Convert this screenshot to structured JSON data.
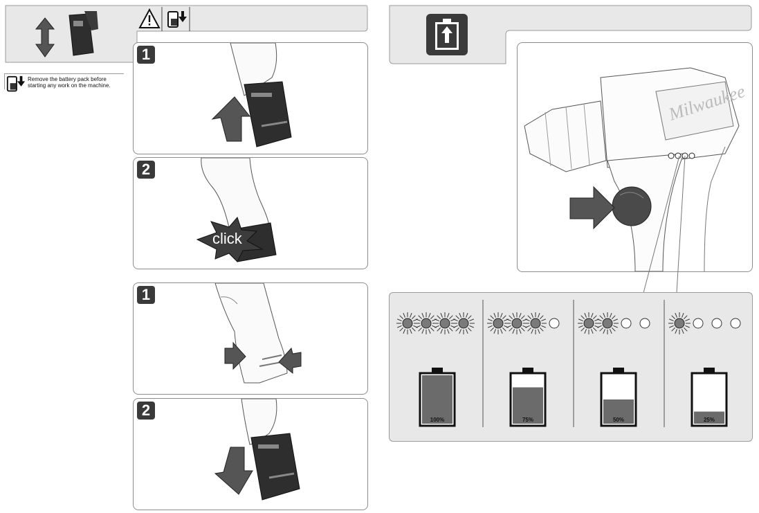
{
  "warning_note": {
    "line1": "Remove the battery pack before",
    "line2": "starting any work on the machine."
  },
  "steps_insert": [
    {
      "number": "1"
    },
    {
      "number": "2",
      "click_text": "click"
    }
  ],
  "steps_remove": [
    {
      "number": "1"
    },
    {
      "number": "2"
    }
  ],
  "fuel_gauge": {
    "levels": [
      {
        "label": "100%",
        "lit": 4,
        "fill": 1.0
      },
      {
        "label": "75%",
        "lit": 3,
        "fill": 0.75
      },
      {
        "label": "50%",
        "lit": 2,
        "fill": 0.5
      },
      {
        "label": "25%",
        "lit": 1,
        "fill": 0.25
      }
    ]
  },
  "icons": {
    "warning": "warning-triangle-icon",
    "remove_battery": "remove-battery-icon",
    "battery_charge": "battery-charge-icon"
  },
  "colors": {
    "battery_fill": "#6b6b6b",
    "panel_grey": "#e8e8e8",
    "icon_dark": "#3a3a3a"
  }
}
